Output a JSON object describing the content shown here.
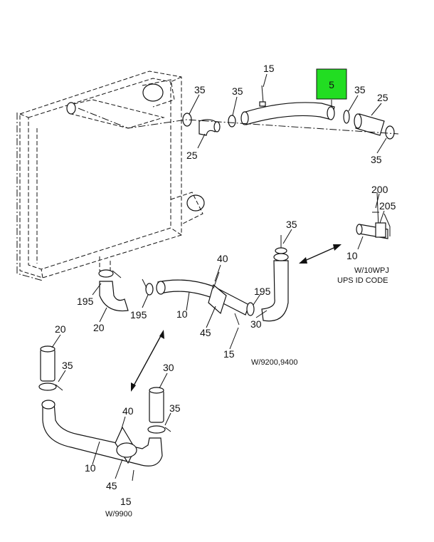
{
  "highlight": {
    "label": "5",
    "color": "#22dd22"
  },
  "callouts": [
    {
      "id": "c-15-top",
      "text": "15"
    },
    {
      "id": "c-35-a",
      "text": "35"
    },
    {
      "id": "c-35-b",
      "text": "35"
    },
    {
      "id": "c-35-c",
      "text": "35"
    },
    {
      "id": "c-25-a",
      "text": "25"
    },
    {
      "id": "c-25-b",
      "text": "25"
    },
    {
      "id": "c-35-d",
      "text": "35"
    },
    {
      "id": "c-200",
      "text": "200"
    },
    {
      "id": "c-205",
      "text": "205"
    },
    {
      "id": "c-10-a",
      "text": "10"
    },
    {
      "id": "c-35-e",
      "text": "35"
    },
    {
      "id": "c-40-a",
      "text": "40"
    },
    {
      "id": "c-195-a",
      "text": "195"
    },
    {
      "id": "c-195-b",
      "text": "195"
    },
    {
      "id": "c-195-c",
      "text": "195"
    },
    {
      "id": "c-20-a",
      "text": "20"
    },
    {
      "id": "c-10-b",
      "text": "10"
    },
    {
      "id": "c-45-a",
      "text": "45"
    },
    {
      "id": "c-30-a",
      "text": "30"
    },
    {
      "id": "c-15-mid",
      "text": "15"
    },
    {
      "id": "c-20-b",
      "text": "20"
    },
    {
      "id": "c-35-f",
      "text": "35"
    },
    {
      "id": "c-30-b",
      "text": "30"
    },
    {
      "id": "c-40-b",
      "text": "40"
    },
    {
      "id": "c-35-g",
      "text": "35"
    },
    {
      "id": "c-10-c",
      "text": "10"
    },
    {
      "id": "c-45-b",
      "text": "45"
    },
    {
      "id": "c-15-bot",
      "text": "15"
    }
  ],
  "notes": {
    "wpj_line1": "W/10WPJ",
    "wpj_line2": "UPS ID CODE",
    "w9200": "W/9200,9400",
    "w9900": "W/9900"
  }
}
